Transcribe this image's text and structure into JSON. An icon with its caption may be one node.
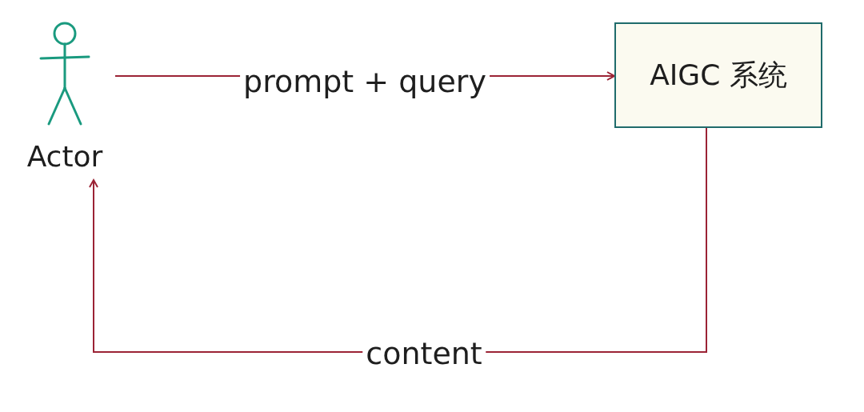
{
  "diagram": {
    "nodes": [
      {
        "text": [
          "Actor"
        ]
      },
      {
        "text": [
          "AIGC 系统"
        ]
      }
    ],
    "edges": [
      {
        "from": 0,
        "to": 1,
        "arrow": "to",
        "label": "prompt + query"
      },
      {
        "from": 1,
        "to": 0,
        "arrow": "to",
        "label": "content"
      }
    ]
  }
}
